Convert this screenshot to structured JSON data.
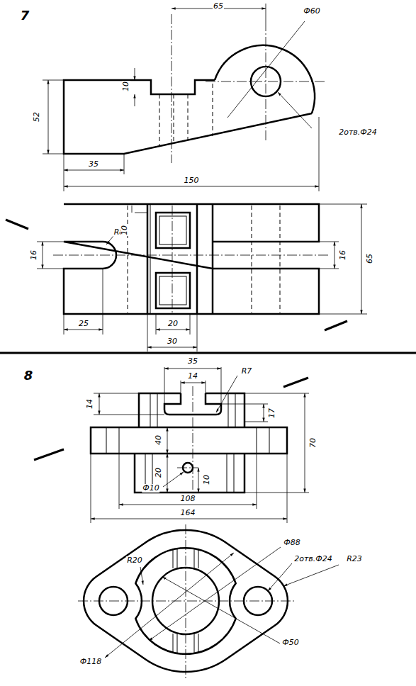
{
  "diagram": {
    "labels": [
      "7",
      "65",
      "Ф60",
      "10",
      "52",
      "2отв.Ф24",
      "35",
      "150",
      "R8",
      "16",
      "10",
      "16",
      "65",
      "25",
      "20",
      "30",
      "8",
      "35",
      "14",
      "R7",
      "14",
      "17",
      "40",
      "70",
      "20",
      "10",
      "Ф10",
      "108",
      "164",
      "Ф88",
      "2отв.Ф24",
      "R23",
      "R20",
      "Ф118",
      "Ф50"
    ]
  }
}
